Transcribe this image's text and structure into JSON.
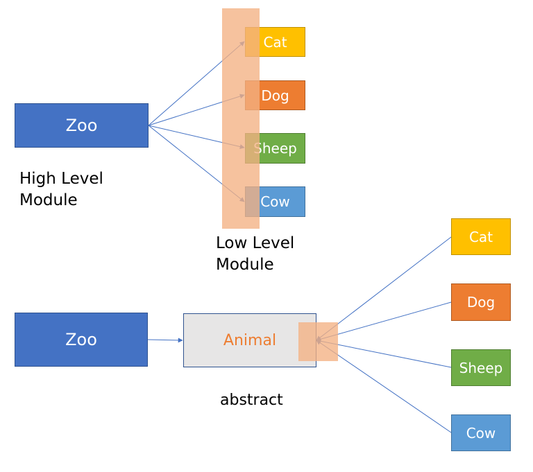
{
  "top": {
    "zoo": "Zoo",
    "high_level_label": "High Level\nModule",
    "low_level_label": "Low Level\nModule",
    "animals": [
      "Cat",
      "Dog",
      "Sheep",
      "Cow"
    ]
  },
  "bottom": {
    "zoo": "Zoo",
    "animal": "Animal",
    "abstract_label": "abstract",
    "animals": [
      "Cat",
      "Dog",
      "Sheep",
      "Cow"
    ]
  },
  "colors": {
    "zoo": "#4472c4",
    "cat": "#ffc000",
    "dog": "#ed7d31",
    "sheep": "#70ad47",
    "cow": "#5b9bd5",
    "abstract_fill": "#e7e6e6",
    "highlight": "#f4b183",
    "arrow": "#4472c4"
  }
}
